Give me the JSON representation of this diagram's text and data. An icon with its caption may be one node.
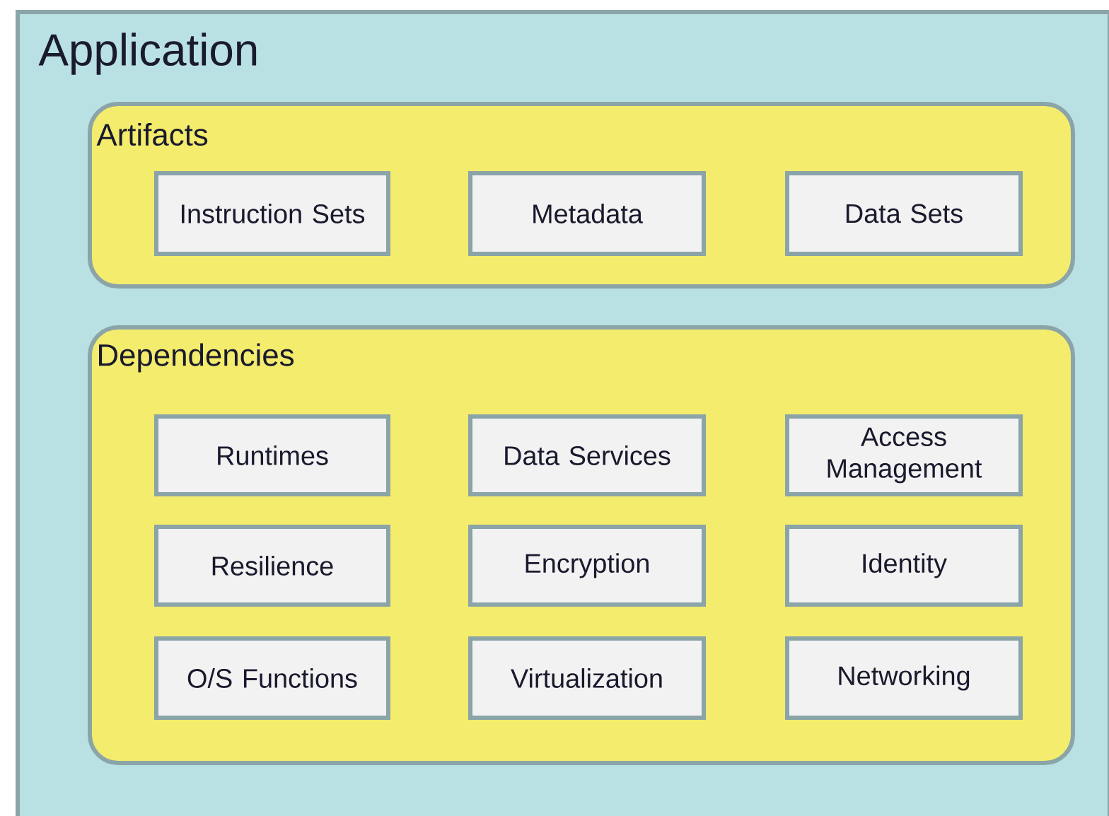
{
  "diagram": {
    "nodes": [
      {
        "text": [
          "Application"
        ]
      },
      {
        "text": [
          "Artifacts"
        ],
        "in": 0
      },
      {
        "text": [
          "Instruction Sets"
        ],
        "in": 1
      },
      {
        "text": [
          "Metadata"
        ],
        "in": 1
      },
      {
        "text": [
          "Data Sets"
        ],
        "in": 1
      },
      {
        "text": [
          "Dependencies"
        ],
        "in": 0
      },
      {
        "text": [
          "Runtimes"
        ],
        "in": 5
      },
      {
        "text": [
          "Data Services"
        ],
        "in": 5
      },
      {
        "text": [
          "Access Management"
        ],
        "in": 5
      },
      {
        "text": [
          "Resilience"
        ],
        "in": 5
      },
      {
        "text": [
          "Encryption"
        ],
        "in": 5
      },
      {
        "text": [
          "Identity"
        ],
        "in": 5
      },
      {
        "text": [
          "O/S Functions"
        ],
        "in": 5
      },
      {
        "text": [
          "Virtualization"
        ],
        "in": 5
      },
      {
        "text": [
          "Networking"
        ],
        "in": 5
      }
    ]
  }
}
